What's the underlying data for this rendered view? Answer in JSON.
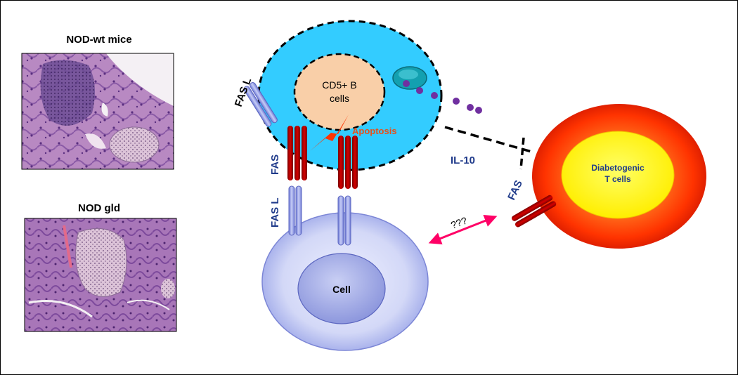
{
  "panels": {
    "top_title": "NOD-wt  mice",
    "bottom_title": "NOD gld"
  },
  "b_cell": {
    "nucleus_label_line1": "CD5+ B",
    "nucleus_label_line2": "cells",
    "apoptosis_label": "Apoptosis",
    "fasl_label": "FAS L",
    "fas_label": "FAS"
  },
  "lower_cell": {
    "fasl_label": "FAS L",
    "nucleus_label": "Cell"
  },
  "t_cell": {
    "label_line1": "Diabetogenic",
    "label_line2": "T cells",
    "fas_label": "FAS"
  },
  "interactions": {
    "cytokine_label": "IL-10",
    "unknown_label": "???"
  },
  "colors": {
    "b_cell_fill": "#33ccff",
    "b_nucleus_fill": "#f9cfa8",
    "receptor_red": "#c00000",
    "ligand_blue": "#9aa6e8",
    "t_cell_outer": "#ff3300",
    "t_cell_inner": "#ffff00",
    "il10_dots": "#7030a0",
    "arrow_pink": "#ff0066",
    "label_navy": "#1f3a8a"
  }
}
